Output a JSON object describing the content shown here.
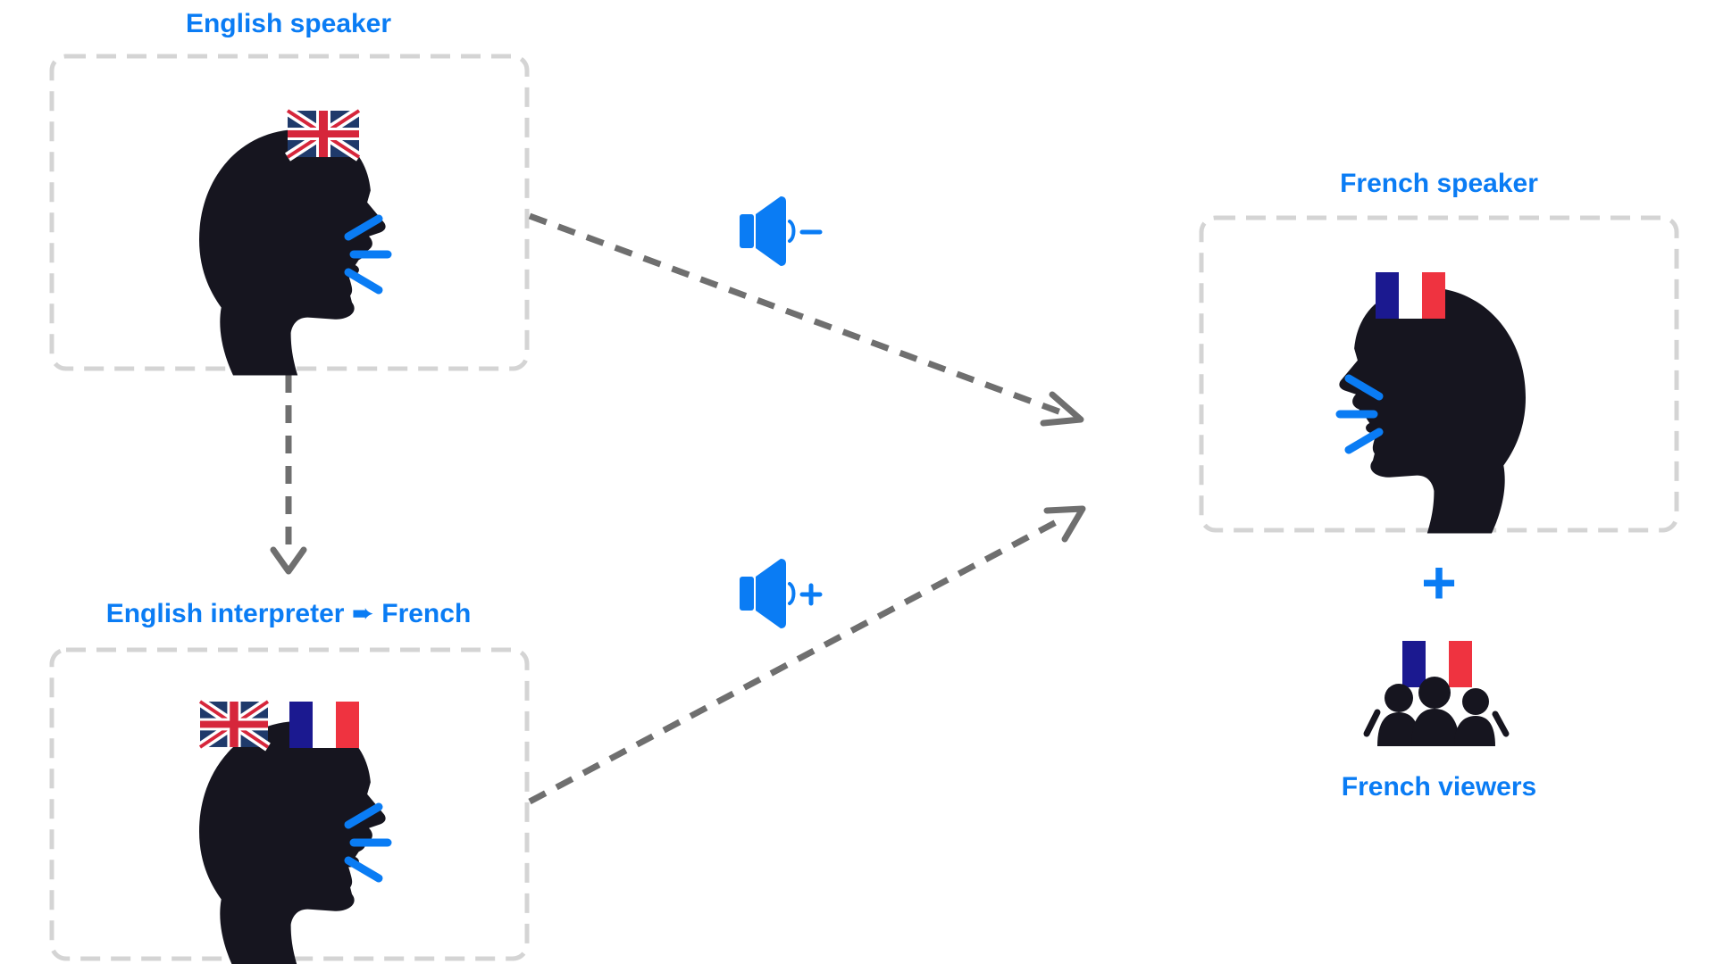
{
  "nodes": {
    "english_speaker": {
      "label": "English speaker",
      "flags": [
        "uk-flag"
      ]
    },
    "interpreter": {
      "label": "English interpreter ➨ French",
      "flags": [
        "uk-flag",
        "france-flag"
      ]
    },
    "french_speaker": {
      "label": "French speaker",
      "flags": [
        "france-flag"
      ]
    },
    "french_viewers": {
      "label": "French viewers",
      "flags": [
        "france-flag"
      ]
    }
  },
  "connectors": {
    "plus_sign": "+",
    "volume_down_icon": "speaker-volume-down-icon",
    "volume_up_icon": "speaker-volume-up-icon"
  },
  "colors": {
    "accent_blue": "#0a7cf4",
    "silhouette": "#16151f",
    "box_border": "#d4d4d4",
    "arrow": "#6f6f6f",
    "france_blue": "#1b1990",
    "france_red": "#ef3340",
    "uk_blue": "#1f3a6b",
    "uk_red": "#d6263b"
  }
}
